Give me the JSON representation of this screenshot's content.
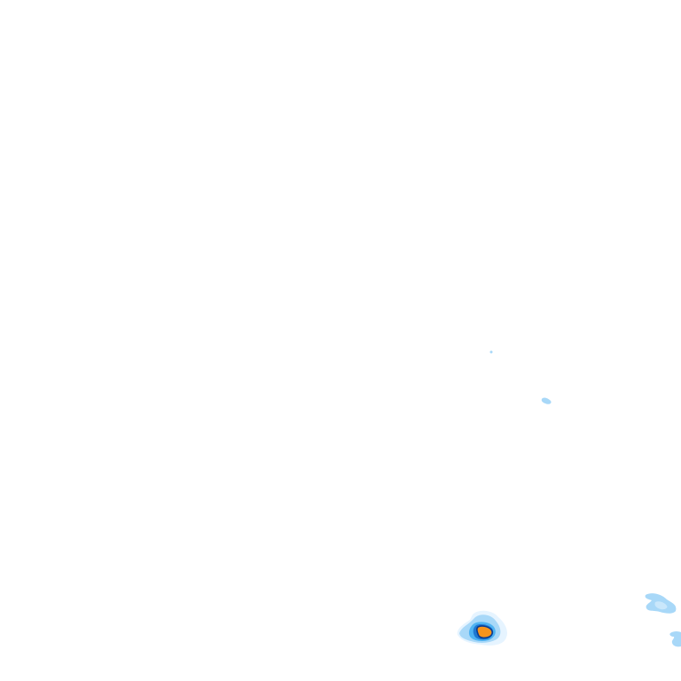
{
  "map": {
    "type": "precipitation-radar-tile",
    "background_color": "#ffffff",
    "legend_colors": {
      "very_light": "#e6f4ff",
      "light": "#a8d8f8",
      "moderate": "#4fb3f2",
      "heavy": "#1e78d2",
      "outline": "#0b3d91",
      "very_heavy": "#f7941d"
    },
    "cells": [
      {
        "id": "speck-1",
        "intensity": "light"
      },
      {
        "id": "speck-2",
        "intensity": "light"
      },
      {
        "id": "storm-cell-south",
        "intensity": "very_heavy"
      },
      {
        "id": "cell-southeast-1",
        "intensity": "light"
      },
      {
        "id": "cell-southeast-2",
        "intensity": "light"
      }
    ]
  }
}
